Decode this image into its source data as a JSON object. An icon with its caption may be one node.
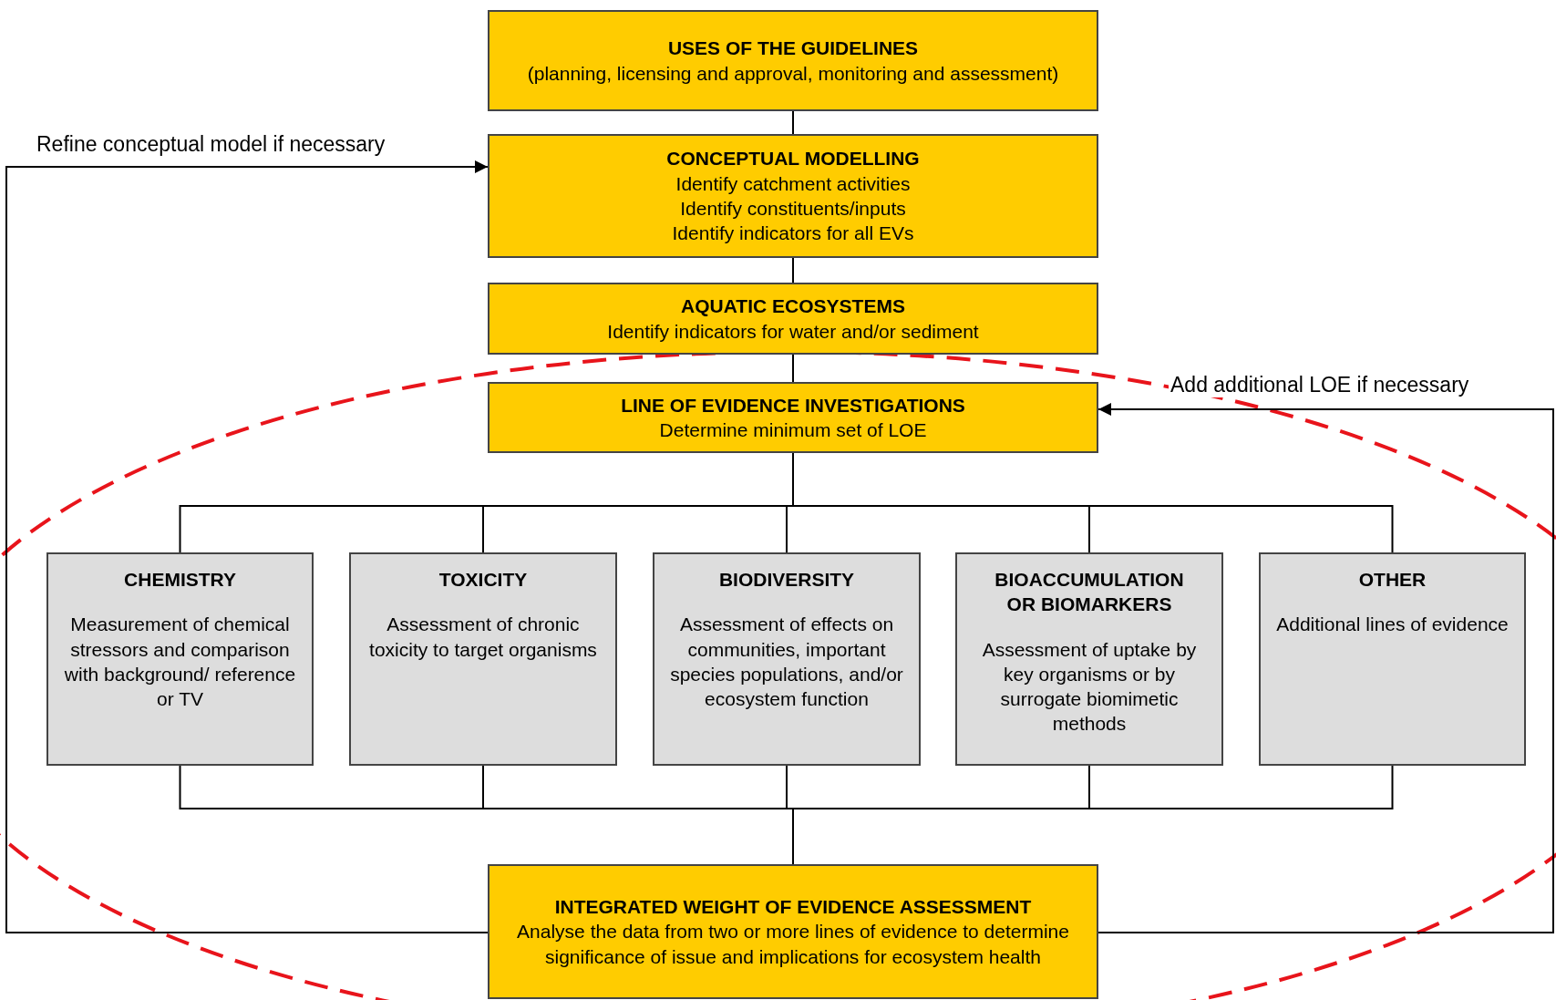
{
  "diagram": {
    "nodes": [
      {
        "text": [
          "USES OF THE GUIDELINES",
          "(planning, licensing and approval, monitoring and assessment)"
        ]
      },
      {
        "text": [
          "CONCEPTUAL MODELLING",
          "Identify catchment activities",
          "Identify constituents/inputs",
          "Identify indicators for all EVs"
        ]
      },
      {
        "text": [
          "AQUATIC ECOSYSTEMS",
          "Identify indicators for water and/or sediment"
        ]
      },
      {
        "text": [
          "LINE OF EVIDENCE INVESTIGATIONS",
          "Determine minimum set of LOE"
        ]
      },
      {
        "text": [
          "CHEMISTRY",
          "Measurement of chemical stressors and comparison with background/ reference or TV"
        ]
      },
      {
        "text": [
          "TOXICITY",
          "Assessment of chronic toxicity to target organisms"
        ]
      },
      {
        "text": [
          "BIODIVERSITY",
          "Assessment of effects on communities, important species populations, and/or ecosystem function"
        ]
      },
      {
        "text": [
          "BIOACCUMULATION OR BIOMARKERS",
          "Assessment of uptake by key organisms or by surrogate biomimetic methods"
        ]
      },
      {
        "text": [
          "OTHER",
          "Additional lines of evidence"
        ]
      },
      {
        "text": [
          "INTEGRATED WEIGHT OF EVIDENCE ASSESSMENT",
          "Analyse the data from two or more lines of evidence to determine significance of issue and implications for ecosystem health"
        ]
      }
    ],
    "edges": [
      {
        "from": 0,
        "to": 1,
        "arrow": "none"
      },
      {
        "from": 1,
        "to": 2,
        "arrow": "none"
      },
      {
        "from": 2,
        "to": 3,
        "arrow": "none"
      },
      {
        "from": 3,
        "to": 4,
        "arrow": "none"
      },
      {
        "from": 3,
        "to": 5,
        "arrow": "none"
      },
      {
        "from": 3,
        "to": 6,
        "arrow": "none"
      },
      {
        "from": 3,
        "to": 7,
        "arrow": "none"
      },
      {
        "from": 3,
        "to": 8,
        "arrow": "none"
      },
      {
        "from": 4,
        "to": 9,
        "arrow": "none"
      },
      {
        "from": 5,
        "to": 9,
        "arrow": "none"
      },
      {
        "from": 6,
        "to": 9,
        "arrow": "none"
      },
      {
        "from": 7,
        "to": 9,
        "arrow": "none"
      },
      {
        "from": 8,
        "to": 9,
        "arrow": "none"
      },
      {
        "from": 9,
        "to": 1,
        "arrow": "to",
        "label": "Refine conceptual model if necessary"
      },
      {
        "from": 9,
        "to": 3,
        "arrow": "to",
        "label": "Add additional LOE if necessary"
      }
    ]
  }
}
